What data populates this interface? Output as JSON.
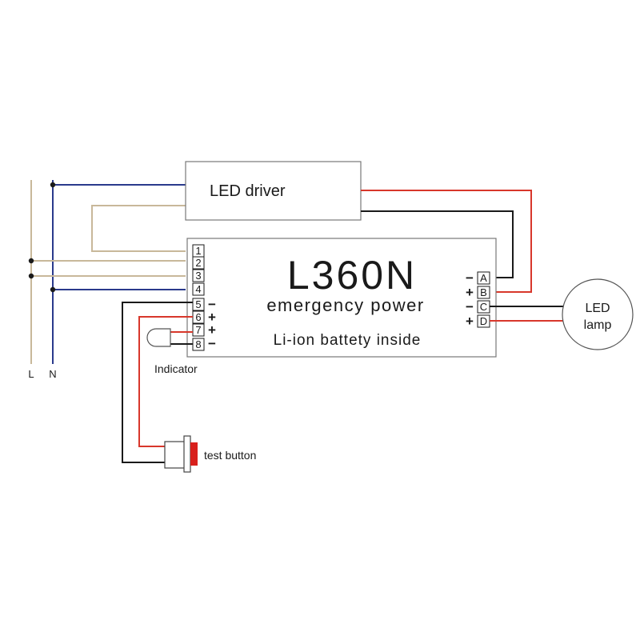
{
  "rails": {
    "L": "L",
    "N": "N"
  },
  "driver": {
    "label": "LED driver"
  },
  "module": {
    "model": "L360N",
    "subtitle": "emergency power",
    "note": "Li-ion battety inside",
    "terminals_left": [
      "1",
      "2",
      "3",
      "4",
      "5",
      "6",
      "7",
      "8"
    ],
    "polarity_left": {
      "5": "−",
      "6": "+",
      "7": "+",
      "8": "−"
    },
    "terminals_right": [
      "A",
      "B",
      "C",
      "D"
    ],
    "polarity_right": {
      "A": "−",
      "B": "+",
      "C": "−",
      "D": "+"
    }
  },
  "indicator": {
    "label": "Indicator"
  },
  "test_button": {
    "label": "test button"
  },
  "lamp": {
    "line1": "LED",
    "line2": "lamp"
  },
  "colors": {
    "live": "#c8b89a",
    "neutral": "#2a3a8c",
    "positive": "#d8372b",
    "negative": "#1a1a1a",
    "button_cap": "#d8201c",
    "box_stroke": "#777777"
  }
}
